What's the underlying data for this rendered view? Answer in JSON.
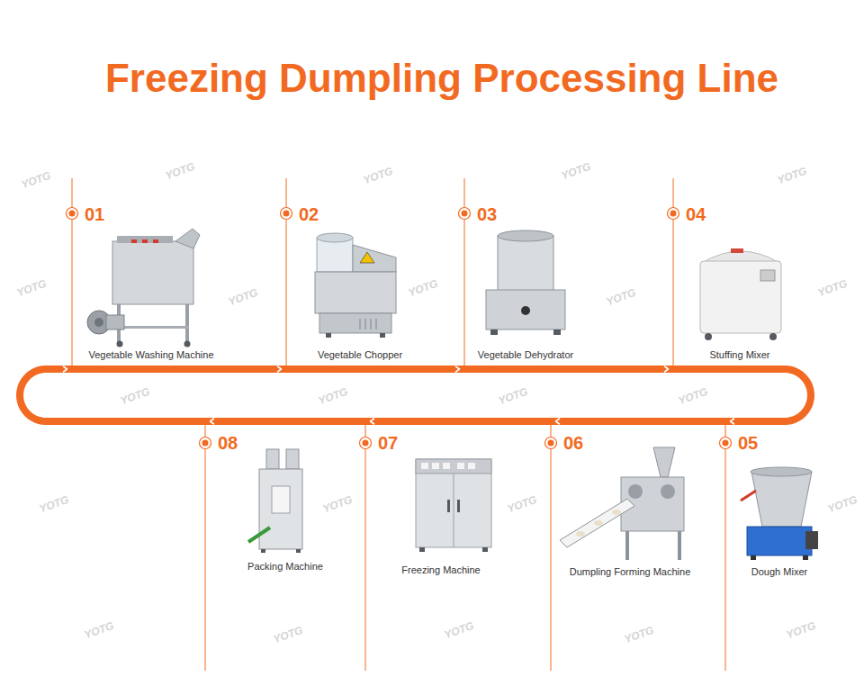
{
  "diagram": {
    "title": "Freezing Dumpling Processing Line",
    "nodes": [
      {
        "text": [
          "01",
          "Vegetable Washing Machine"
        ]
      },
      {
        "text": [
          "02",
          "Vegetable Chopper"
        ]
      },
      {
        "text": [
          "03",
          "Vegetable Dehydrator"
        ]
      },
      {
        "text": [
          "04",
          "Stuffing Mixer"
        ]
      },
      {
        "text": [
          "05",
          "Dough Mixer"
        ]
      },
      {
        "text": [
          "06",
          "Dumpling Forming Machine"
        ]
      },
      {
        "text": [
          "07",
          "Freezing Machine"
        ]
      },
      {
        "text": [
          "08",
          "Packing Machine"
        ]
      }
    ],
    "edges": [
      {
        "from": 0,
        "to": 1,
        "arrow": "to"
      },
      {
        "from": 1,
        "to": 2,
        "arrow": "to"
      },
      {
        "from": 2,
        "to": 3,
        "arrow": "to"
      },
      {
        "from": 3,
        "to": 4,
        "arrow": "to"
      },
      {
        "from": 4,
        "to": 5,
        "arrow": "to"
      },
      {
        "from": 5,
        "to": 6,
        "arrow": "to"
      },
      {
        "from": 6,
        "to": 7,
        "arrow": "to"
      },
      {
        "from": 7,
        "to": 0,
        "arrow": "to"
      }
    ],
    "labels": [
      "YOTG",
      "YOTG",
      "YOTG",
      "YOTG",
      "YOTG",
      "YOTG",
      "YOTG",
      "YOTG",
      "YOTG",
      "YOTG",
      "YOTG",
      "YOTG",
      "YOTG",
      "YOTG",
      "YOTG",
      "YOTG",
      "YOTG",
      "YOTG",
      "YOTG",
      "YOTG",
      "YOTG",
      "YOTG",
      "YOTG"
    ]
  }
}
